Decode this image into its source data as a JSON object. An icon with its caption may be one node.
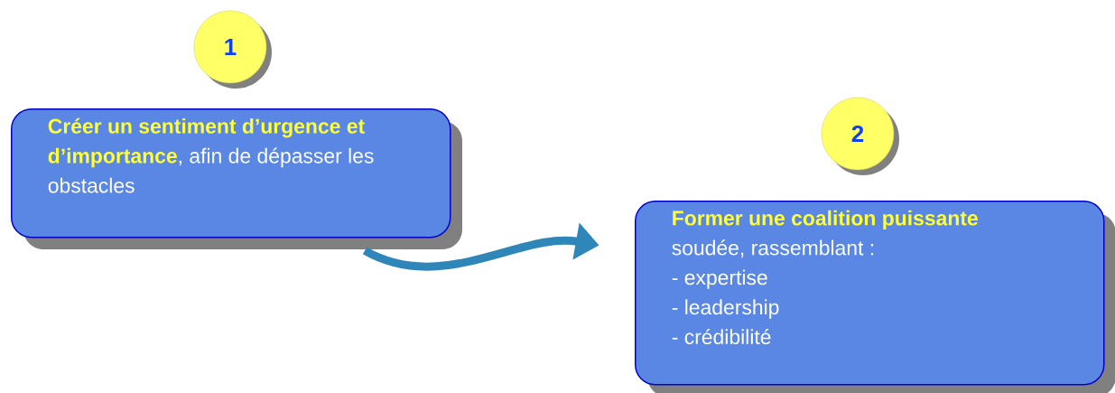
{
  "diagram": {
    "nodes": [
      {
        "text": [
          "1"
        ]
      },
      {
        "text": [
          "**Créer un sentiment d’urgence et d’importance**, afin de dépasser les obstacles"
        ]
      },
      {
        "text": [
          "2"
        ]
      },
      {
        "text": [
          "Former une coalition puissante",
          "soudée, rassemblant :",
          "- expertise",
          "- leadership",
          "- crédibilité"
        ]
      }
    ],
    "edges": [
      {
        "from": 1,
        "to": 3,
        "arrow": "to"
      }
    ]
  }
}
